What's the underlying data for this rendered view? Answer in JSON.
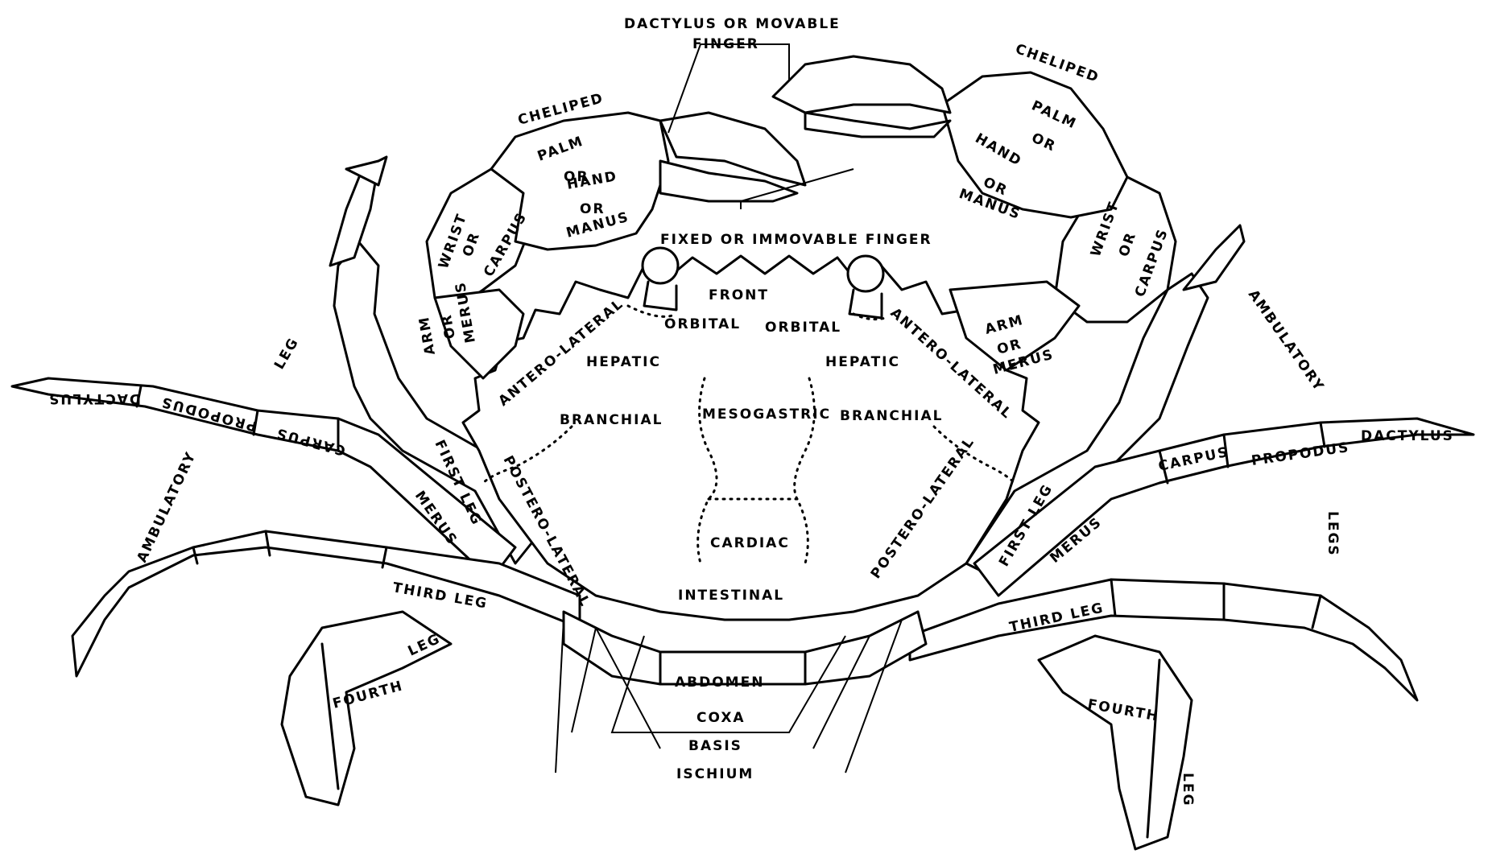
{
  "labels": {
    "dactylus_movable": [
      "DACTYLUS OR MOVABLE",
      "FINGER"
    ],
    "cheliped": "CHELIPED",
    "palm_hand_manus": [
      "PALM",
      "OR",
      "HAND",
      "OR",
      "MANUS"
    ],
    "wrist_carpus": [
      "WRIST",
      "OR",
      "CARPUS"
    ],
    "arm_merus": [
      "ARM",
      "OR",
      "MERUS"
    ],
    "fixed_finger": "FIXED OR IMMOVABLE FINGER",
    "front": "FRONT",
    "orbital": "ORBITAL",
    "antero_lateral": "ANTERO-LATERAL",
    "hepatic": "HEPATIC",
    "branchial": "BRANCHIAL",
    "mesogastric": "MESOGASTRIC",
    "cardiac": "CARDIAC",
    "intestinal": "INTESTINAL",
    "postero_lateral": "POSTERO-LATERAL",
    "first_leg": "FIRST LEG",
    "third_leg": "THIRD LEG",
    "fourth": "FOURTH",
    "leg": "LEG",
    "legs": "LEGS",
    "merus": "MERUS",
    "carpus": "CARPUS",
    "propodus": "PROPODUS",
    "dactylus": "DACTYLUS",
    "ambulatory": "AMBULATORY",
    "abdomen": "ABDOMEN",
    "coxa": "COXA",
    "basis": "BASIS",
    "ischium": "ISCHIUM"
  }
}
